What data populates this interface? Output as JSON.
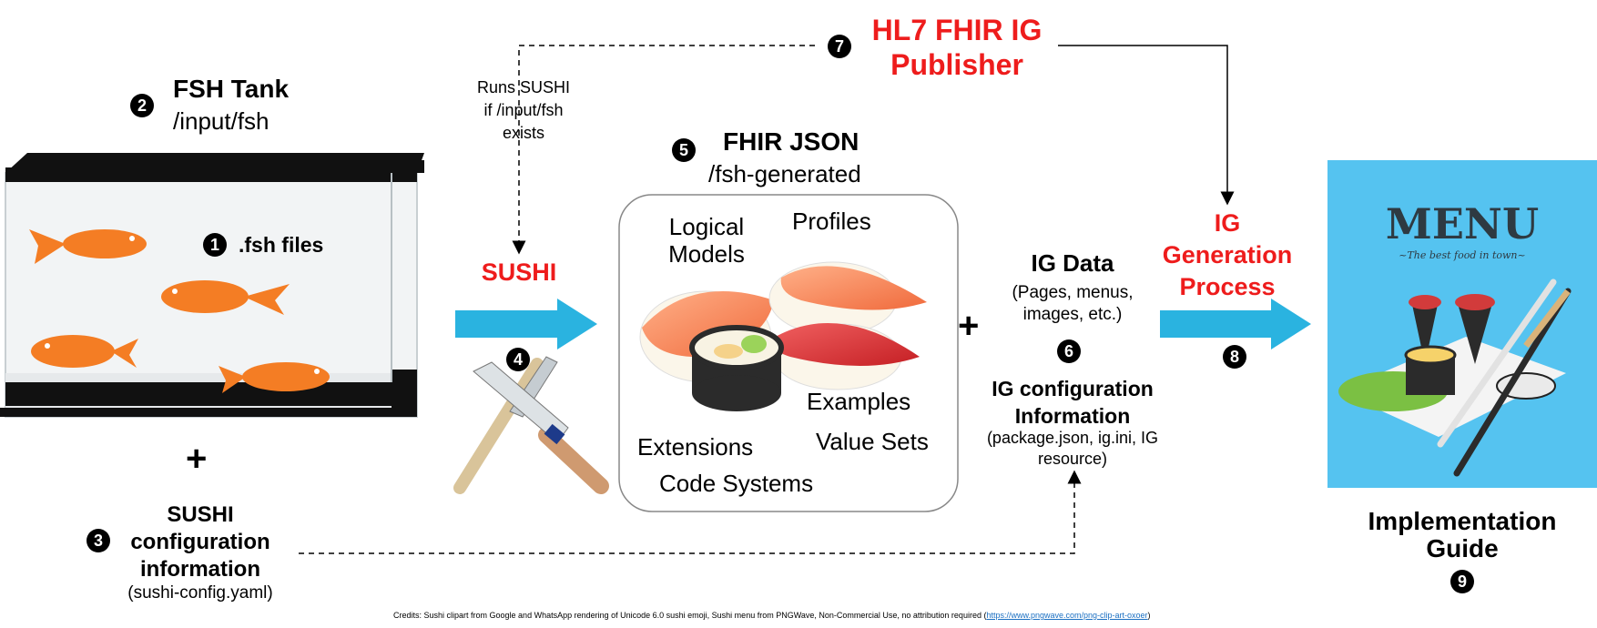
{
  "publisher": {
    "number": "❼",
    "title": "HL7 FHIR IG Publisher"
  },
  "runs_sushi": {
    "line1": "Runs SUSHI",
    "line2": "if /input/fsh",
    "line3": "exists"
  },
  "fsh_tank": {
    "number": "❷",
    "title": "FSH Tank",
    "path": "/input/fsh"
  },
  "fsh_files": {
    "number": "❶",
    "label": ".fsh files"
  },
  "plus": "+",
  "sushi_config": {
    "number": "❸",
    "line1": "SUSHI",
    "line2": "configuration",
    "line3": "information",
    "file": "(sushi-config.yaml)"
  },
  "sushi": {
    "label": "SUSHI",
    "number": "❹"
  },
  "fhir_json": {
    "number": "❺",
    "title": "FHIR JSON",
    "path": "/fsh-generated",
    "items": {
      "logical_models_1": "Logical",
      "logical_models_2": "Models",
      "profiles": "Profiles",
      "examples": "Examples",
      "extensions": "Extensions",
      "value_sets": "Value Sets",
      "code_systems": "Code Systems"
    }
  },
  "ig_data": {
    "title": "IG Data",
    "line1": "(Pages, menus,",
    "line2": "images, etc.)"
  },
  "ig_config": {
    "number": "❻",
    "line1": "IG configuration",
    "line2": "Information",
    "detail1": "(package.json, ig.ini, IG",
    "detail2": "resource)"
  },
  "ig_generation": {
    "line1": "IG",
    "line2": "Generation",
    "line3": "Process",
    "number": "❽"
  },
  "menu": {
    "title": "MENU",
    "subtitle": "~The best food in town~"
  },
  "implementation_guide": {
    "line1": "Implementation",
    "line2": "Guide",
    "number": "❾"
  },
  "credits": {
    "text": "Credits:  Sushi clipart from Google and WhatsApp rendering of Unicode 6.0 sushi  emoji, Sushi menu from PNGWave,  Non-Commercial Use, no attribution required (",
    "link": "https://www.pngwave.com/png-clip-art-oxoer",
    "close": ")"
  },
  "colors": {
    "red": "#ee1c1c",
    "arrow_blue": "#2ab3e0",
    "menu_bg": "#55c3f0"
  }
}
